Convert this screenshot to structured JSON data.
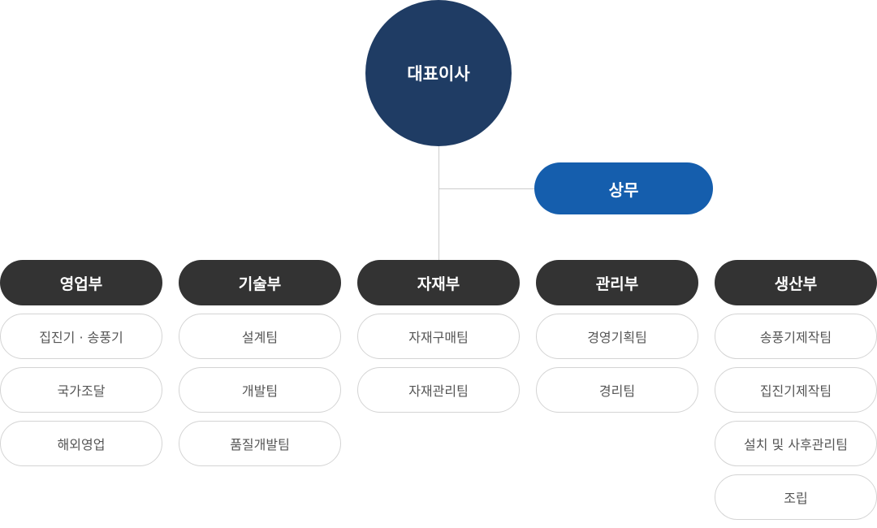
{
  "ceo": {
    "label": "대표이사"
  },
  "executive": {
    "label": "상무"
  },
  "departments": [
    {
      "name": "영업부",
      "teams": [
        "집진기 · 송풍기",
        "국가조달",
        "해외영업"
      ]
    },
    {
      "name": "기술부",
      "teams": [
        "설계팀",
        "개발팀",
        "품질개발팀"
      ]
    },
    {
      "name": "자재부",
      "teams": [
        "자재구매팀",
        "자재관리팀"
      ]
    },
    {
      "name": "관리부",
      "teams": [
        "경영기획팀",
        "경리팀"
      ]
    },
    {
      "name": "생산부",
      "teams": [
        "송풍기제작팀",
        "집진기제작팀",
        "설치 및 사후관리팀",
        "조립"
      ]
    }
  ],
  "colors": {
    "ceo": "#1f3c64",
    "executive": "#155ead",
    "department": "#333333",
    "team_border": "#d4d4d4",
    "connector": "#cccccc"
  }
}
